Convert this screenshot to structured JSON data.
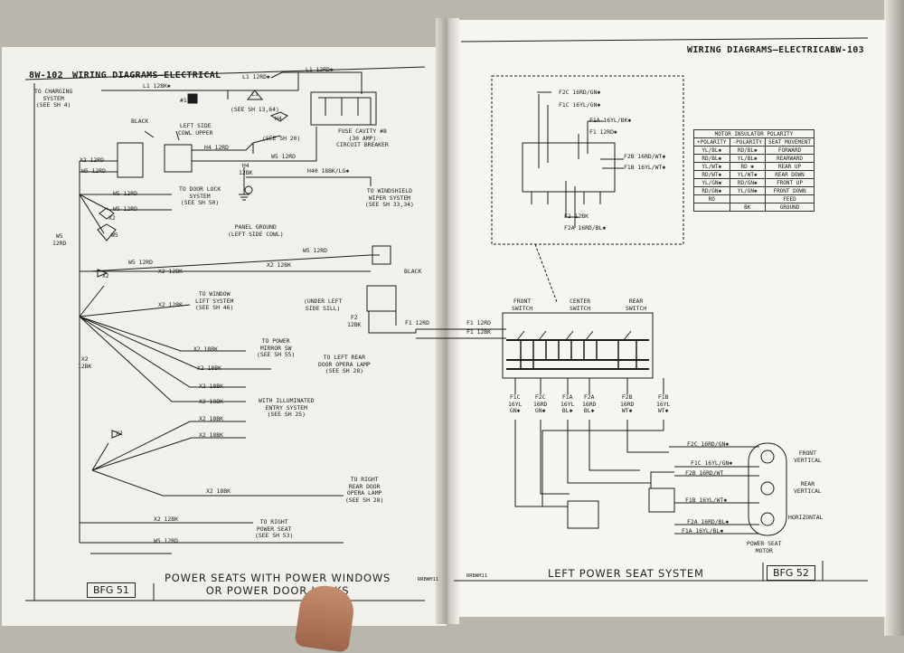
{
  "left_page": {
    "header_number": "8W-102",
    "header_title": "WIRING DIAGRAMS—ELECTRICAL",
    "footer_title": "POWER SEATS WITH POWER WINDOWS\nOR POWER DOOR LOCKS",
    "footer_code": "BFG 51",
    "footer_small": "RRBWH11",
    "labels": {
      "to_charging": "TO CHARGING\nSYSTEM\n(SEE SH 4)",
      "l1_128k": "L1 12BK✱",
      "l1_12rd_a": "L1 12RD✱",
      "l1_12rd_b": "L1 12RD✱",
      "hash1": "#1",
      "see_13_64": "(SEE SH 13,64)",
      "fuse_cavity": "FUSE CAVITY #8\n(30 AMP)\nCIRCUIT BREAKER",
      "black": "BLACK",
      "left_side_cowl": "LEFT SIDE\nCOWL UPPER",
      "h4_12rd": "H4 12RD",
      "see_sh_20": "(SEE SH 20)",
      "x2_12rd": "X2 12RD",
      "w5_12rd_a": "W5 12RD",
      "w5_12rd_b": "W5 12RD",
      "h4_12bk": "H4\n12BK",
      "h40": "H40 18BK/LG✱",
      "w5_12rd_c": "W5 12RD",
      "to_door_lock": "TO DOOR LOCK\nSYSTEM\n(SEE SH 50)",
      "w5_12rd_d": "W5 12RD",
      "to_wiper": "TO WINDSHIELD\nWIPER SYSTEM\n(SEE SH 33,34)",
      "panel_ground": "PANEL GROUND\n(LEFT SIDE COWL)",
      "w5_12rd_side": "W5\n12RD",
      "w5_12rd_e": "W5 12RD",
      "w5_12rd_f": "W5 12RD",
      "x2_12bk_a": "X2 12BK",
      "x2_12bk_b": "X2 12BK",
      "black2": "BLACK",
      "to_window": "TO WINDOW\nLIFT SYSTEM\n(SEE SH 46)",
      "x2_12bk_c": "X2 12BK",
      "under_left": "(UNDER LEFT\nSIDE SILL)",
      "f2_12bk": "F2\n12BK",
      "f1_12rd": "F1 12RD",
      "x2_12bk_side": "X2\n12BK",
      "x2_18bk_a": "X2 18BK",
      "to_power_mirror": "TO POWER\nMIRROR SW\n(SEE SH 55)",
      "x2_18bk_b": "X2 18BK",
      "to_left_rear": "TO LEFT REAR\nDOOR OPERA LAMP\n(SEE SH 28)",
      "x2_18bk_c": "X2 18BK",
      "x2_18bk_d": "X2 18BK",
      "with_illuminated": "WITH ILLUMINATED\nENTRY SYSTEM\n(SEE SH 25)",
      "x2_18bk_e": "X2 18BK",
      "x2_18bk_f": "X2 18BK",
      "to_right_rear": "TO RIGHT\nREAR DOOR\nOPERA LAMP\n(SEE SH 28)",
      "x2_18bk_g": "X2 18BK",
      "x2_12bk_d": "X2 12BK",
      "to_right_seat": "TO RIGHT\nPOWER SEAT\n(SEE SH 53)",
      "w5_12rd_g": "W5 12RD",
      "tag_w5": "W5",
      "tag_h4": "H4",
      "tag_x2a": "X2",
      "tag_x2b": "X2",
      "tag_x2c": "X2",
      "tag_l1": "L1"
    }
  },
  "right_page": {
    "header_title": "WIRING DIAGRAMS—ELECTRICAL",
    "header_number": "8W-103",
    "footer_title": "LEFT POWER SEAT SYSTEM",
    "footer_code": "BFG 52",
    "footer_small": "RRBWH11",
    "labels": {
      "f2c": "F2C 16RD/GN✱",
      "f1c": "F1C 16YL/GN✱",
      "f1a": "F1A 16YL/BK✱",
      "f1_12rd_top": "F1 12RD✱",
      "f2b": "F2B 16RD/WT✱",
      "f1b": "F1B 16YL/WT✱",
      "f2_12bk": "F2 12BK",
      "f2a": "F2A 16RD/BL✱",
      "front_switch": "FRONT\nSWITCH",
      "center_switch": "CENTER\nSWITCH",
      "rear_switch": "REAR\nSWITCH",
      "f1_12rd": "F1 12RD",
      "f1_12bk": "F1 12BK",
      "col_f1c": "F1C\n16YL\nGN✱",
      "col_f2c": "F2C\n16RD\nGN✱",
      "col_f1a": "F1A\n16YL\nBL✱",
      "col_f2a": "F2A\n16RD\nBL✱",
      "col_f2b": "F2B\n16RD\nWT✱",
      "col_f1b": "F1B\n16YL\nWT✱",
      "m_f2c": "F2C 16RD/GN✱",
      "m_f1c": "F1C 16YL/GN✱",
      "m_f2b": "F2B 16RD/WT",
      "m_f1b": "F1B 16YL/WT✱",
      "m_f2a": "F2A 16RD/BL✱",
      "m_f1a": "F1A 16YL/BL✱",
      "front_vertical": "FRONT\nVERTICAL",
      "rear_vertical": "REAR\nVERTICAL",
      "horizontal": "HORIZONTAL",
      "power_seat_motor": "POWER SEAT\nMOTOR"
    },
    "polarity_table": {
      "title": "MOTOR INSULATOR POLARITY",
      "headers": [
        "+POLARITY",
        "-POLARITY",
        "SEAT MOVEMENT"
      ],
      "rows": [
        [
          "YL/BL✱",
          "RD/BL✱",
          "FORWARD"
        ],
        [
          "RD/BL✱",
          "YL/BL✱",
          "REARWARD"
        ],
        [
          "YL/WT✱",
          "RD ✱",
          "REAR UP"
        ],
        [
          "RD/WT✱",
          "YL/WT✱",
          "REAR DOWN"
        ],
        [
          "YL/GN✱",
          "RD/GN✱",
          "FRONT UP"
        ],
        [
          "RD/GN✱",
          "YL/GN✱",
          "FRONT DOWN"
        ],
        [
          "RD",
          "",
          "FEED"
        ],
        [
          "",
          "BK",
          "GROUND"
        ]
      ]
    }
  }
}
